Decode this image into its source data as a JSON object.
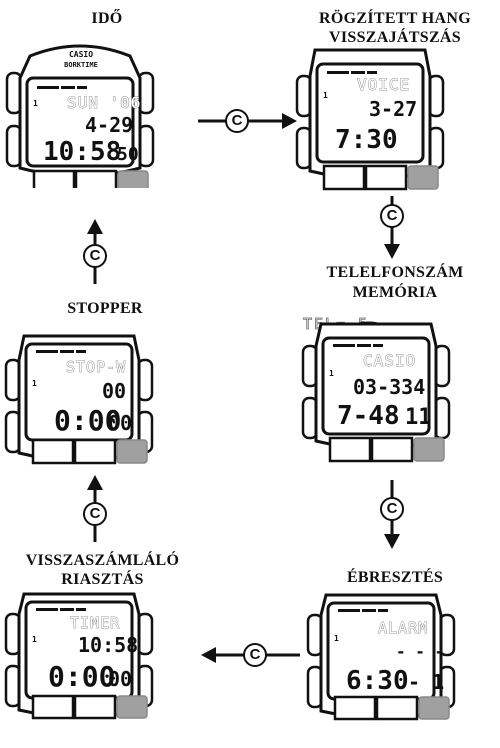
{
  "modes": {
    "time": {
      "title": "IDŐ",
      "brand": "CASIO",
      "model": "BORKTIME",
      "mode_num": "1",
      "top": "SUN '06",
      "mid": "4-29",
      "big": "10:58",
      "small": "50"
    },
    "voice": {
      "title_line1": "RÖGZÍTETT HANG",
      "title_line2": "VISSZAJÁTSZÁS",
      "mode_num": "1",
      "top": "VOICE",
      "mid": "3-27",
      "big": "7:30",
      "small": ""
    },
    "phone": {
      "title_line1": "TELELFONSZÁM",
      "title_line2": "MEMÓRIA",
      "callout": "TEL= 5",
      "mode_num": "1",
      "top": "CASIO",
      "mid": "03-334",
      "big": "7-48",
      "small": "11"
    },
    "alarm": {
      "title": "ÉBRESZTÉS",
      "mode_num": "1",
      "top": "ALARM",
      "mid": "- - - -",
      "big": "6:30",
      "small": "- 1"
    },
    "timer": {
      "title_line1": "VISSZASZÁMLÁLÓ",
      "title_line2": "RIASZTÁS",
      "mode_num": "1",
      "top": "TIMER",
      "mid": "10:58",
      "big": "0:00",
      "small": "00"
    },
    "stopper": {
      "title": "STOPPER",
      "mode_num": "1",
      "top": "STOP-W",
      "mid": "00",
      "big": "0:00",
      "small": "00"
    }
  },
  "button_letter": "C",
  "colors": {
    "ink": "#111111",
    "gray_button": "#a0a0a0",
    "lcd_bg": "#ffffff"
  }
}
